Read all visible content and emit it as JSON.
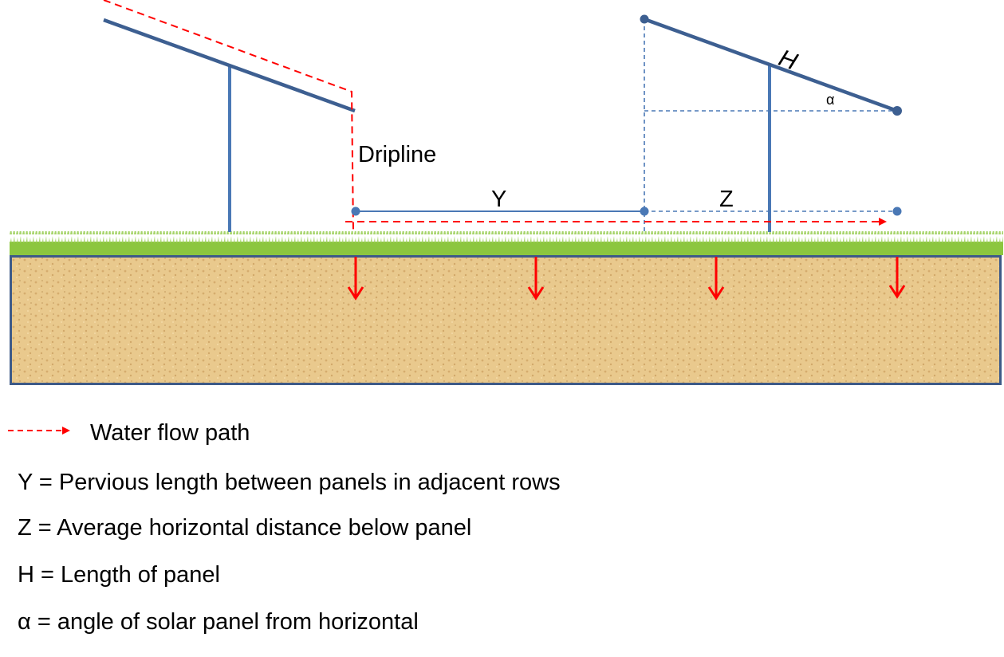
{
  "labels": {
    "dripline": "Dripline",
    "y": "Y",
    "z": "Z",
    "h": "H",
    "alpha": "α"
  },
  "legend": {
    "flow": "Water flow path",
    "items": [
      "Y = Pervious length between panels in adjacent rows",
      "Z = Average horizontal distance below panel",
      "H = Length of panel",
      "α = angle of solar panel from horizontal"
    ]
  },
  "colors": {
    "panel": "#3d5f91",
    "post": "#4a78b5",
    "flow": "#ff0000",
    "grass": "#8cc63f",
    "soil": "#e6c488",
    "soil_border": "#3d5a88"
  }
}
